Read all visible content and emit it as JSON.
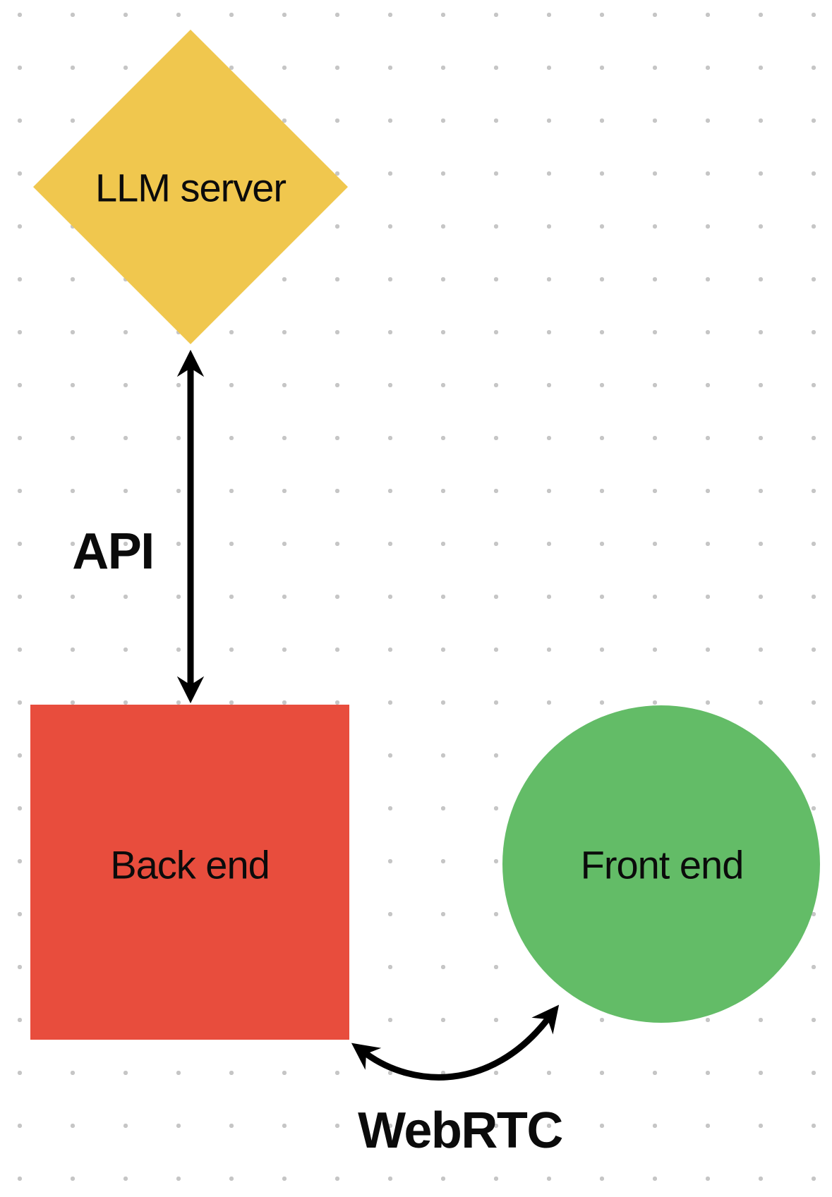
{
  "canvas": {
    "background_color": "#ffffff",
    "grid_dot_color": "#c6c6c6"
  },
  "nodes": [
    {
      "id": "llm-server",
      "shape": "diamond",
      "label": "LLM server",
      "color": "#f0c74e"
    },
    {
      "id": "back-end",
      "shape": "square",
      "label": "Back end",
      "color": "#e84d3d"
    },
    {
      "id": "front-end",
      "shape": "circle",
      "label": "Front end",
      "color": "#63bc67"
    }
  ],
  "edges": [
    {
      "id": "api",
      "label": "API",
      "type": "double-headed-straight-arrow",
      "color": "#000000"
    },
    {
      "id": "webrtc",
      "label": "WebRTC",
      "type": "double-headed-curved-arrow",
      "color": "#000000"
    }
  ]
}
